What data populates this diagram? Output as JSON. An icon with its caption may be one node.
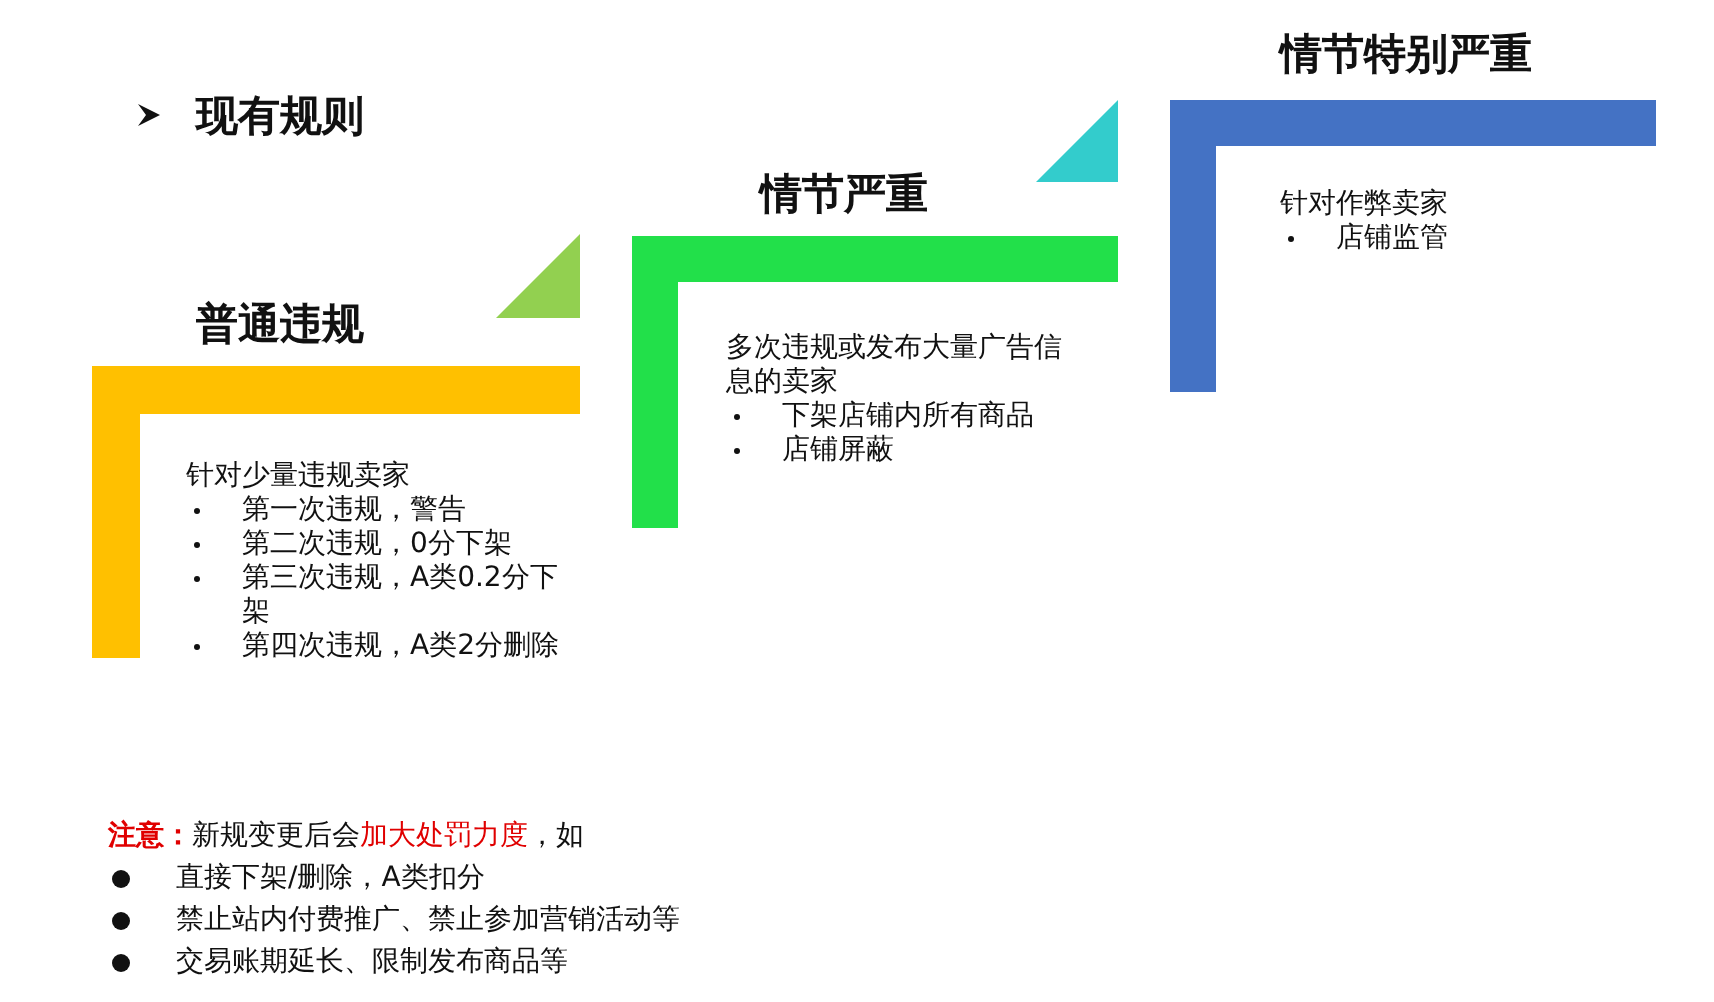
{
  "diagram": {
    "nodes": [
      {
        "text": [
          "普通违规",
          "针对少量违规卖家",
          "第一次违规，警告",
          "第二次违规，0分下架",
          "第三次违规，A类0.2分下架",
          "第四次违规，A类2分删除"
        ]
      },
      {
        "text": [
          "情节严重",
          "多次违规或发布大量广告信息的卖家",
          "下架店铺内所有商品",
          "店铺屏蔽"
        ]
      },
      {
        "text": [
          "情节特别严重",
          "针对作弊卖家",
          "店铺监管"
        ]
      }
    ],
    "labels": [
      "现有规则",
      "**注意：**新规变更后会**加大处罚力度**，如",
      "直接下架/删除，A类扣分",
      "禁止站内付费推广、禁止参加营销活动等",
      "交易账期延长、限制发布商品等"
    ]
  }
}
